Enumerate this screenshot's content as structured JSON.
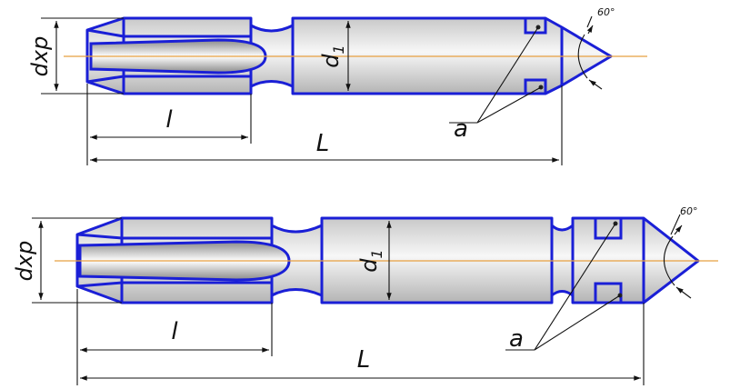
{
  "colors": {
    "outline": "#1a1fd6",
    "axis": "#e8a040",
    "dimension": "#111111",
    "metal_light": "#f4f4f4",
    "metal_dark": "#b9b9b9"
  },
  "top_tap": {
    "labels": {
      "thread": "dxp",
      "diameter": "d",
      "diameter_sub": "1",
      "thread_length": "l",
      "total_length": "L",
      "center": "a",
      "angle": "60°"
    }
  },
  "bottom_tap": {
    "labels": {
      "thread": "dxp",
      "diameter": "d",
      "diameter_sub": "1",
      "thread_length": "l",
      "total_length": "L",
      "center": "a",
      "angle": "60°"
    }
  }
}
